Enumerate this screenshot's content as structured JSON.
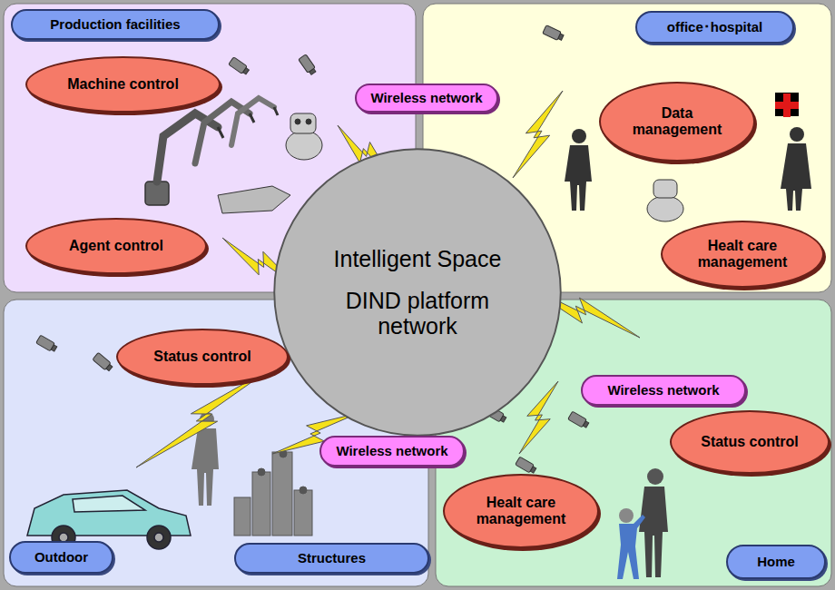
{
  "diagram": {
    "nodes": [
      {
        "text": [
          "Production facilities"
        ]
      },
      {
        "text": [
          "Wireless network"
        ]
      },
      {
        "text": [
          "office･hospital"
        ]
      },
      {
        "text": [
          "Machine control"
        ]
      },
      {
        "text": [
          "Data management"
        ]
      },
      {
        "text": [
          "Intelligent Space",
          "DIND platform network"
        ]
      },
      {
        "text": [
          "Agent control"
        ]
      },
      {
        "text": [
          "Healt care management"
        ]
      },
      {
        "text": [
          "Status control"
        ]
      },
      {
        "text": [
          "Wireless network"
        ]
      },
      {
        "text": [
          "Status control"
        ]
      },
      {
        "text": [
          "Wireless network"
        ]
      },
      {
        "text": [
          "Healt care management"
        ]
      },
      {
        "text": [
          "Outdoor"
        ]
      },
      {
        "text": [
          "Structures"
        ]
      },
      {
        "text": [
          "Home"
        ]
      }
    ]
  }
}
